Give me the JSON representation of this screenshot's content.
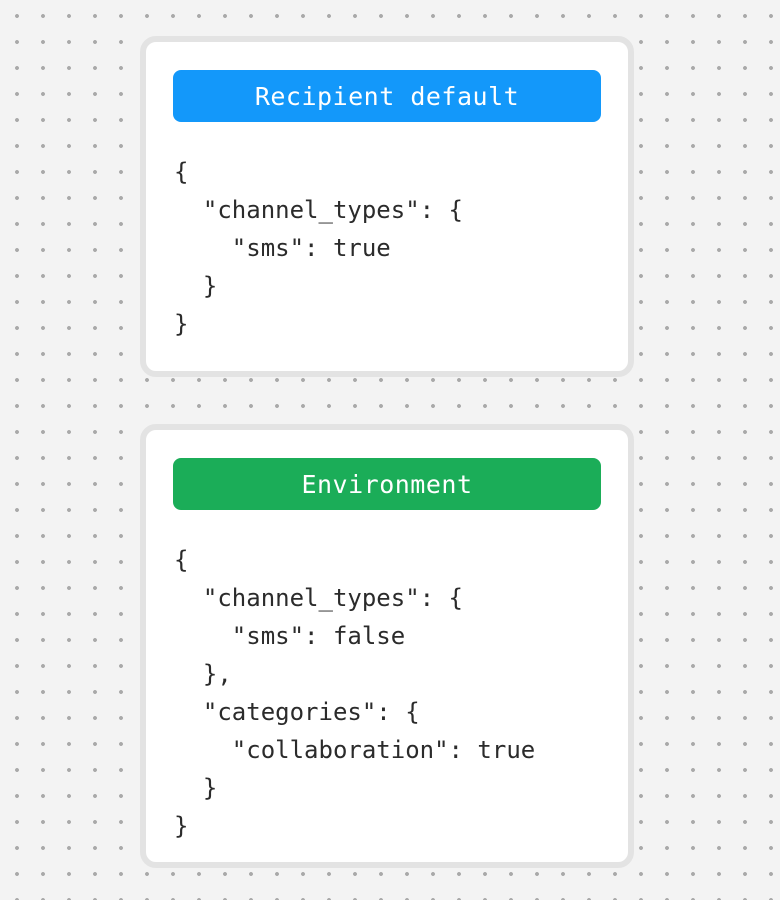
{
  "page": {
    "background_color": "#f3f3f3",
    "dot_color": "#a9a9a9",
    "card_border_color": "#e3e3e3",
    "code_text_color": "#2b2b2b"
  },
  "cards": [
    {
      "id": "recipient-default",
      "header": {
        "label": "Recipient default",
        "color": "#1398fa",
        "text_color": "#ffffff"
      },
      "code_lines": [
        "{",
        "  \"channel_types\": {",
        "    \"sms\": true",
        "  }",
        "}"
      ]
    },
    {
      "id": "environment",
      "header": {
        "label": "Environment",
        "color": "#1bad58",
        "text_color": "#ffffff"
      },
      "code_lines": [
        "{",
        "  \"channel_types\": {",
        "    \"sms\": false",
        "  },",
        "  \"categories\": {",
        "    \"collaboration\": true",
        "  }",
        "}"
      ]
    }
  ]
}
